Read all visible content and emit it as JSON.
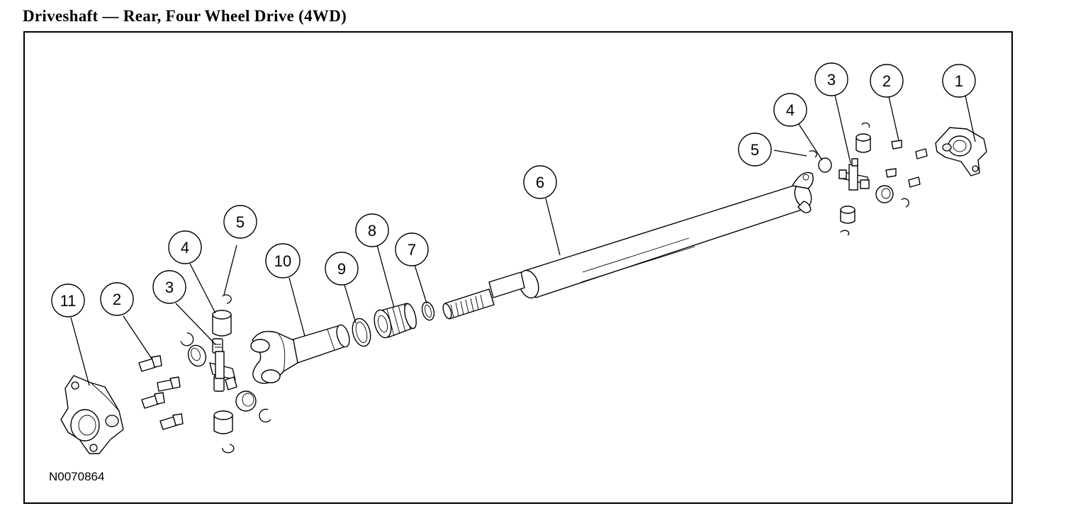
{
  "title": "Driveshaft — Rear, Four Wheel Drive (4WD)",
  "figure_code": "N0070864",
  "callouts": [
    {
      "id": "c1",
      "label": "1"
    },
    {
      "id": "c2r",
      "label": "2"
    },
    {
      "id": "c3r",
      "label": "3"
    },
    {
      "id": "c4r",
      "label": "4"
    },
    {
      "id": "c5r",
      "label": "5"
    },
    {
      "id": "c6",
      "label": "6"
    },
    {
      "id": "c7",
      "label": "7"
    },
    {
      "id": "c8",
      "label": "8"
    },
    {
      "id": "c9",
      "label": "9"
    },
    {
      "id": "c10",
      "label": "10"
    },
    {
      "id": "c5l",
      "label": "5"
    },
    {
      "id": "c4l",
      "label": "4"
    },
    {
      "id": "c3l",
      "label": "3"
    },
    {
      "id": "c2l",
      "label": "2"
    },
    {
      "id": "c11",
      "label": "11"
    }
  ]
}
